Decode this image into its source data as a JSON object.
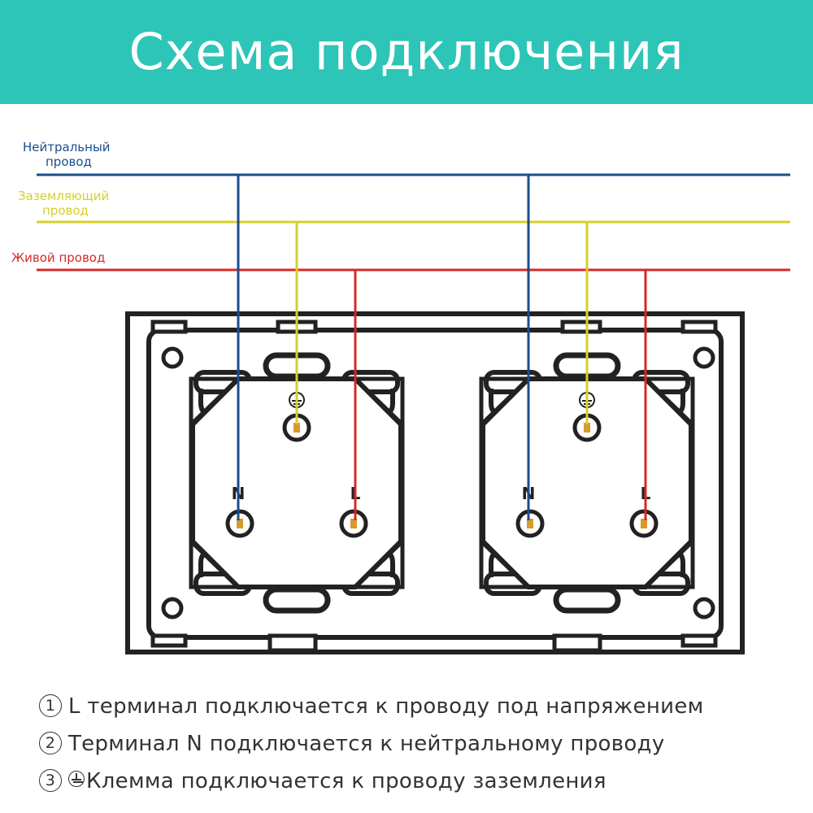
{
  "header": {
    "title": "Схема подключения",
    "bg_color": "#2dc5b7"
  },
  "wires": {
    "neutral": {
      "label": "Нейтральный провод",
      "line1": "Нейтральный",
      "line2": "провод",
      "color": "#1a4e8c"
    },
    "ground": {
      "label": "Заземляющий провод",
      "line1": "Заземляющий",
      "line2": "провод",
      "color": "#d7cf2a"
    },
    "live": {
      "label": "Живой провод",
      "line1": "Живой провод",
      "color": "#d42a2a"
    }
  },
  "socket": {
    "terminal_n": "N",
    "terminal_l": "L",
    "terminal_ground_icon": "ground-icon"
  },
  "notes": [
    {
      "num": "1",
      "text": "L терминал подключается к проводу под напряжением"
    },
    {
      "num": "2",
      "text": "Терминал N подключается к нейтральному проводу"
    },
    {
      "num": "3",
      "icon": "ground-icon",
      "text": "Клемма подключается к проводу заземления"
    }
  ]
}
